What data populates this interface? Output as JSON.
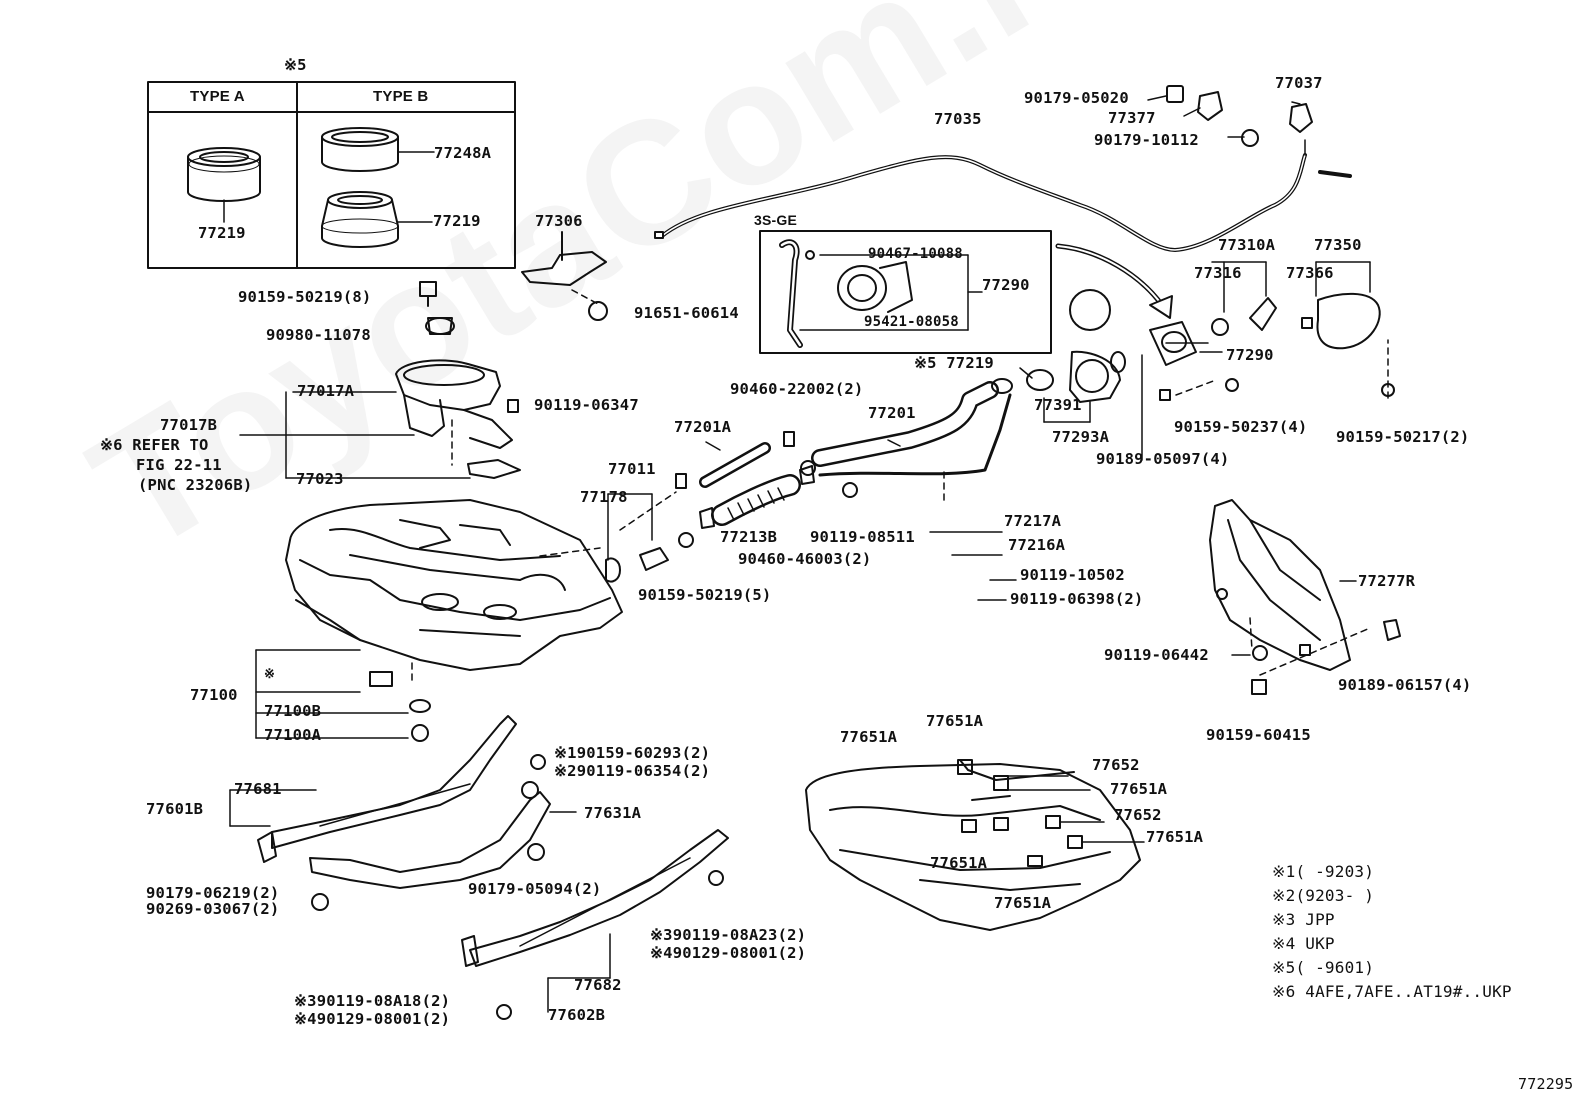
{
  "watermark": "ToyotaCom.ru",
  "inset": {
    "mark": "※5",
    "type_a": "TYPE A",
    "type_b": "TYPE B"
  },
  "variant_box": {
    "title": "3S-GE"
  },
  "page_code": "772295",
  "labels": {
    "l77248A": "77248A",
    "l77219_a": "77219",
    "l77219_b": "77219",
    "l77306": "77306",
    "l90159_50219_8": "90159-50219(8)",
    "l91651_60614": "91651-60614",
    "l90980_11078": "90980-11078",
    "l77017A": "77017A",
    "l90119_06347": "90119-06347",
    "l77017B": "77017B",
    "l6_refer_to": "※6 REFER TO",
    "l_fig_22_11": "FIG 22-11",
    "l_pnc": "(PNC 23206B)",
    "l77023": "77023",
    "l77035": "77035",
    "l90179_05020": "90179-05020",
    "l77377": "77377",
    "l90179_10112": "90179-10112",
    "l77037": "77037",
    "l90467_10088": "90467-10088",
    "l77290_a": "77290",
    "l95421_08058": "95421-08058",
    "l77310A": "77310A",
    "l77350": "77350",
    "l77316": "77316",
    "l77366": "77366",
    "l77290_b": "77290",
    "l5_77219": "※5 77219",
    "l77391": "77391",
    "l77293A": "77293A",
    "l90159_50237_4": "90159-50237(4)",
    "l90189_05097_4": "90189-05097(4)",
    "l90159_50217_2": "90159-50217(2)",
    "l90460_22002_2": "90460-22002(2)",
    "l77201": "77201",
    "l77201A": "77201A",
    "l77011": "77011",
    "l77178": "77178",
    "l77213B": "77213B",
    "l90119_08511": "90119-08511",
    "l90460_46003_2": "90460-46003(2)",
    "l90159_50219_5": "90159-50219(5)",
    "l77217A": "77217A",
    "l77216A": "77216A",
    "l90119_10502": "90119-10502",
    "l90119_06398_2": "90119-06398(2)",
    "l77277R": "77277R",
    "l90119_06442": "90119-06442",
    "l90189_06157_4": "90189-06157(4)",
    "l90159_60415": "90159-60415",
    "l77100": "77100",
    "l_mark": "※",
    "l77100B": "77100B",
    "l77100A": "77100A",
    "l1_90159_60293": "※190159-60293(2)",
    "l2_90119_06354": "※290119-06354(2)",
    "l77681": "77681",
    "l77601B": "77601B",
    "l77631A": "77631A",
    "l90179_06219_2": "90179-06219(2)",
    "l90269_03067_2": "90269-03067(2)",
    "l90179_05094_2": "90179-05094(2)",
    "l3_90119_08A23": "※390119-08A23(2)",
    "l4_90129_08001_a": "※490129-08001(2)",
    "l77682": "77682",
    "l77602B": "77602B",
    "l3_90119_08A18": "※390119-08A18(2)",
    "l4_90129_08001_b": "※490129-08001(2)",
    "l77651A_1": "77651A",
    "l77651A_2": "77651A",
    "l77652_1": "77652",
    "l77651A_3": "77651A",
    "l77652_2": "77652",
    "l77651A_4": "77651A",
    "l77651A_5": "77651A",
    "l77651A_6": "77651A"
  },
  "notes": [
    "※1(      -9203)",
    "※2(9203-      )",
    "※3  JPP",
    "※4  UKP",
    "※5(      -9601)",
    "※6  4AFE,7AFE..AT19#..UKP"
  ]
}
